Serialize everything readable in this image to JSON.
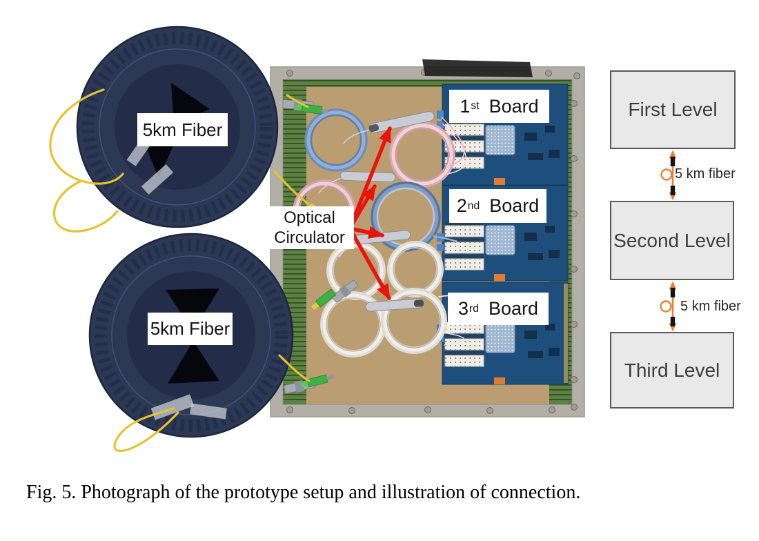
{
  "figure": {
    "caption": "Fig. 5. Photograph of the prototype setup and illustration of connection."
  },
  "photo": {
    "spool_labels": [
      {
        "text": "5km Fiber"
      },
      {
        "text": "5km Fiber"
      }
    ],
    "circulator_label": {
      "line1": "Optical",
      "line2": "Circulator"
    },
    "board_labels": [
      {
        "number": "1",
        "ordinal": "st",
        "word": "Board"
      },
      {
        "number": "2",
        "ordinal": "nd",
        "word": "Board"
      },
      {
        "number": "3",
        "ordinal": "rd",
        "word": "Board"
      }
    ]
  },
  "diagram": {
    "levels": [
      {
        "label": "First Level"
      },
      {
        "label": "Second Level"
      },
      {
        "label": "Third Level"
      }
    ],
    "links": [
      {
        "label": "5 km fiber",
        "icon": "fiber-loop-circle"
      },
      {
        "label": "5 km fiber",
        "icon": "fiber-loop-circle"
      }
    ]
  },
  "colors": {
    "red_arrow": "#e8150d",
    "diagram_orange": "#ed7d31",
    "diagram_box_fill": "#e9e9e9",
    "diagram_box_border": "#595959",
    "spool_navy": "#2c3854",
    "cardboard_tan": "#bb9d72",
    "pcb_green": "#5d8045",
    "board_blue": "#1d4e7c",
    "metal_frame": "#b2afa7"
  }
}
